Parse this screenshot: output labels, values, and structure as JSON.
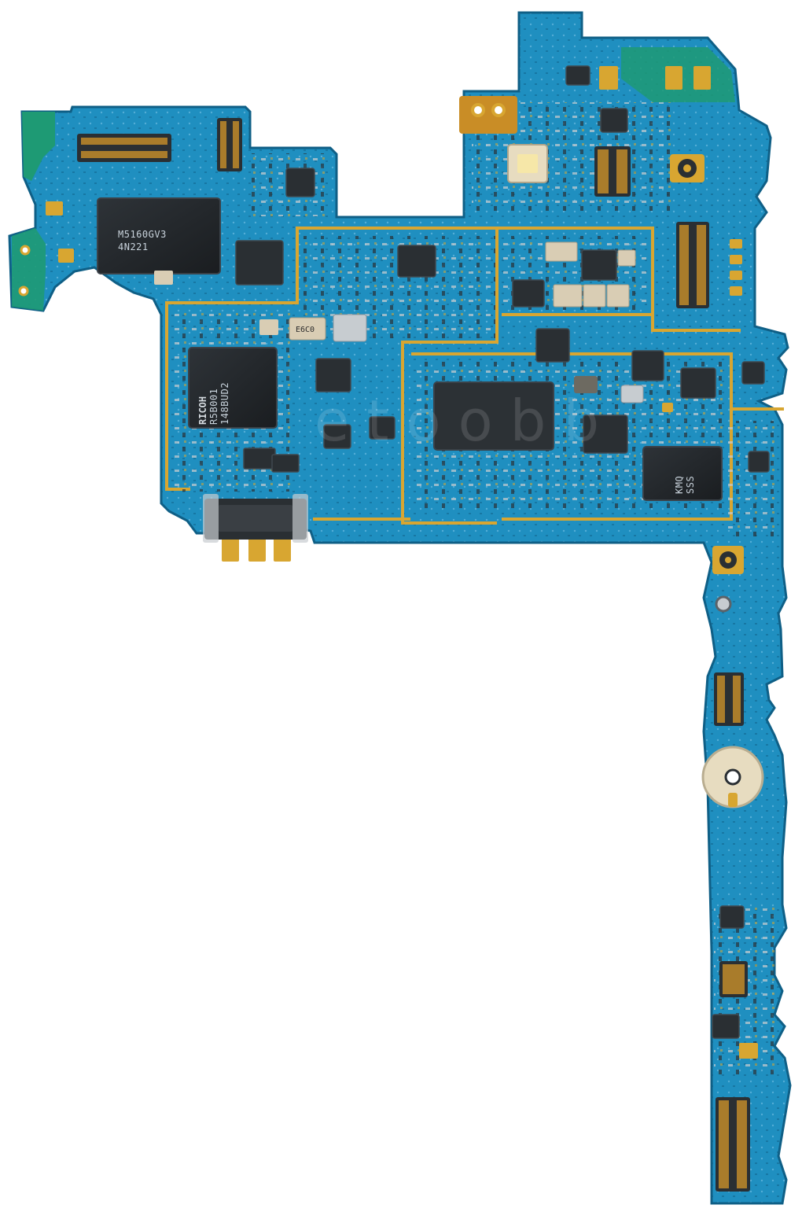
{
  "image": {
    "subject": "smartphone-main-logic-board",
    "colors": {
      "background": "#ffffff",
      "pcb": "#1f8fc0",
      "pcb_dark": "#16709a",
      "pcb_green": "#1e9a74",
      "gold": "#d8a631",
      "chip": "#23272b",
      "chip_edge": "#3b4249",
      "pad_silver": "#c7ccd0",
      "ceramic": "#d9cdb4",
      "flash_led": "#e7dcc0"
    }
  },
  "chips": {
    "memory": {
      "line1": "M5160GV3",
      "line2": "4N221"
    },
    "pmic": {
      "line1": "RICOH",
      "line2": "R5B001",
      "line3": "148BUD2"
    },
    "emmc": {
      "line1": "KMQ",
      "line2": "SSS"
    },
    "crystal": {
      "label": "E6C0"
    }
  },
  "watermark": {
    "text": "etoobb"
  }
}
